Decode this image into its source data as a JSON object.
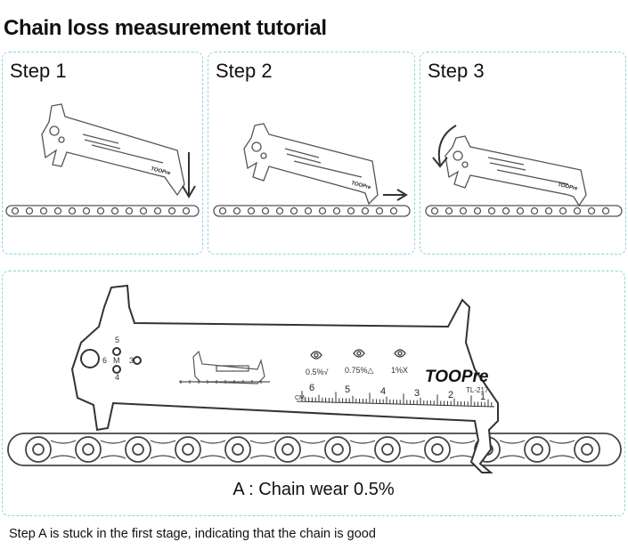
{
  "page": {
    "title": "Chain loss measurement tutorial"
  },
  "steps": [
    {
      "label": "Step 1"
    },
    {
      "label": "Step 2"
    },
    {
      "label": "Step 3"
    }
  ],
  "diagram": {
    "brand": "TOOPre",
    "model": "TL-217",
    "unit": "CM",
    "scale_numbers": [
      "6",
      "5",
      "4",
      "3",
      "2",
      "1"
    ],
    "wear_marks": [
      "0.5%√",
      "0.75%△",
      "1%X"
    ],
    "hole_labels": {
      "top": "5",
      "left": "6",
      "center": "M",
      "right": "3",
      "bottom": "4"
    },
    "caption": "A : Chain wear 0.5%"
  },
  "footer": {
    "note": "Step A is stuck in the first stage, indicating that the chain is good"
  },
  "colors": {
    "border": "#8fd3dc",
    "stroke": "#555555"
  }
}
